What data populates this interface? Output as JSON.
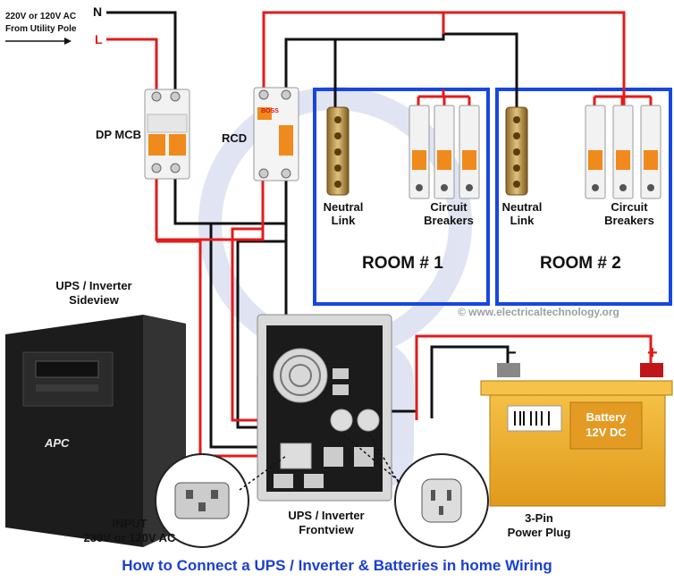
{
  "supply": {
    "voltage_label_1": "220V or 120V AC",
    "voltage_label_2": "From Utility Pole",
    "neutral": "N",
    "line": "L"
  },
  "labels": {
    "dp_mcb": "DP MCB",
    "rcd": "RCD",
    "neutral_link": [
      "Neutral",
      "Link"
    ],
    "circuit_breakers": [
      "Circuit",
      "Breakers"
    ],
    "room1": "ROOM # 1",
    "room2": "ROOM # 2",
    "ups_side": [
      "UPS / Inverter",
      "Sideview"
    ],
    "ups_front": [
      "UPS / Inverter",
      "Frontview"
    ],
    "input": [
      "INPUT",
      "230V or 120V AC"
    ],
    "plug": [
      "3-Pin",
      "Power Plug"
    ],
    "battery": [
      "Battery",
      "12V DC"
    ],
    "battery_neg": "−",
    "battery_pos": "+",
    "watermark": "© www.electricaltechnology.org",
    "apc_logo": "APC",
    "rcd_brand": "BOSS"
  },
  "title": "How to Connect a UPS / Inverter & Batteries in home Wiring",
  "colors": {
    "live": "#e31b1b",
    "neutral": "#111111",
    "room_border": "#1747e0",
    "title": "#1a3fd0",
    "battery": "#f2b12c"
  }
}
